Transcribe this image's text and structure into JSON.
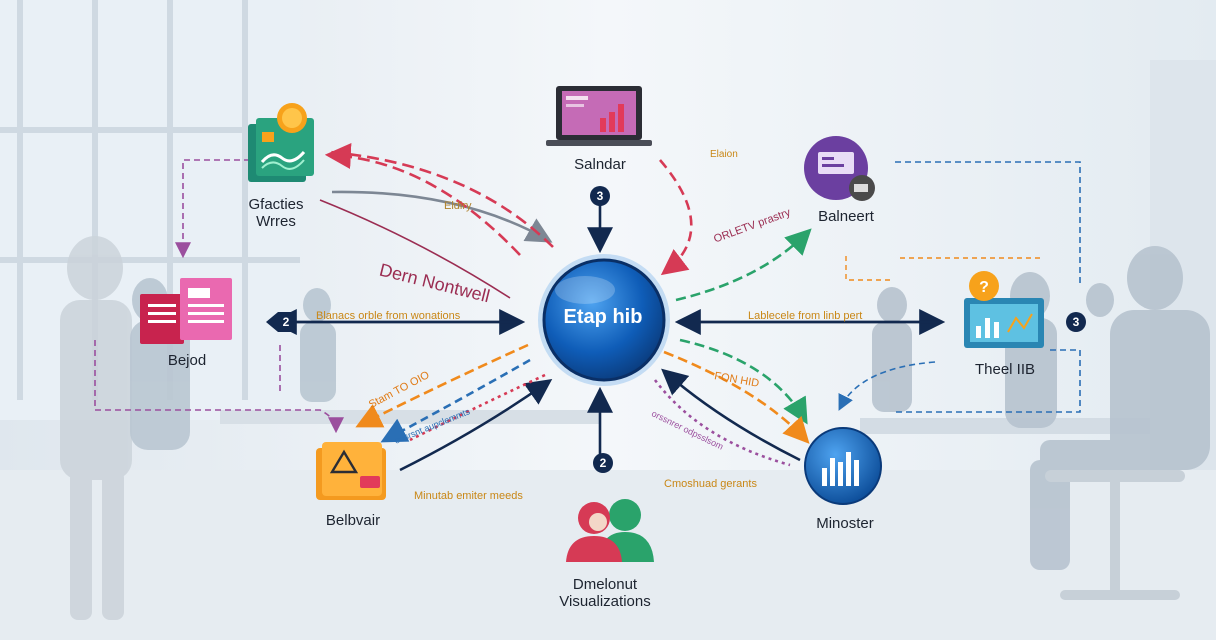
{
  "hub": {
    "label": "Etap hib",
    "color": "#0f5db8"
  },
  "nodes": {
    "gfacties": {
      "line1": "Gfacties",
      "line2": "Wrres",
      "icon": "report-icon"
    },
    "salndar": {
      "label": "Salndar",
      "icon": "laptop-chart-icon"
    },
    "balneert": {
      "label": "Balneert",
      "icon": "presentation-icon"
    },
    "bejod": {
      "label": "Bejod",
      "icon": "documents-icon"
    },
    "theel": {
      "label": "Theel IIB",
      "icon": "dashboard-icon"
    },
    "belbvair": {
      "label": "Belbvair",
      "icon": "folder-warning-icon"
    },
    "minoster": {
      "label": "Minoster",
      "icon": "bar-chart-icon"
    },
    "dmelonut": {
      "line1": "Dmelonut",
      "line2": "Visualizations",
      "icon": "users-icon"
    }
  },
  "edge_labels": {
    "dearn": "Dern Nontwell",
    "eldiry": "Eldiry",
    "blanacs": "Blanacs orble from wonations",
    "stam": "Stam TO OIO",
    "minutab": "Minutab emiter meeds",
    "orletv": "ORLETV prastry",
    "elaion": "Elaion",
    "lablecele": "Lablecele from linb pert",
    "fon_hid": "FON HID",
    "cmoshuad": "Cmoshuad gerants",
    "dotted_left": "oosrsnt aupclemmts",
    "dotted_right": "orssnrer odpsslsom"
  },
  "badges": {
    "top": "3",
    "left": "2",
    "bottom": "2",
    "right": "3"
  },
  "colors": {
    "red": "#d63a55",
    "purple": "#9b4f9e",
    "green": "#2aa36b",
    "orange": "#f08a1c",
    "navy": "#12294f",
    "blue": "#2a6fb5",
    "gray": "#7d8794"
  }
}
